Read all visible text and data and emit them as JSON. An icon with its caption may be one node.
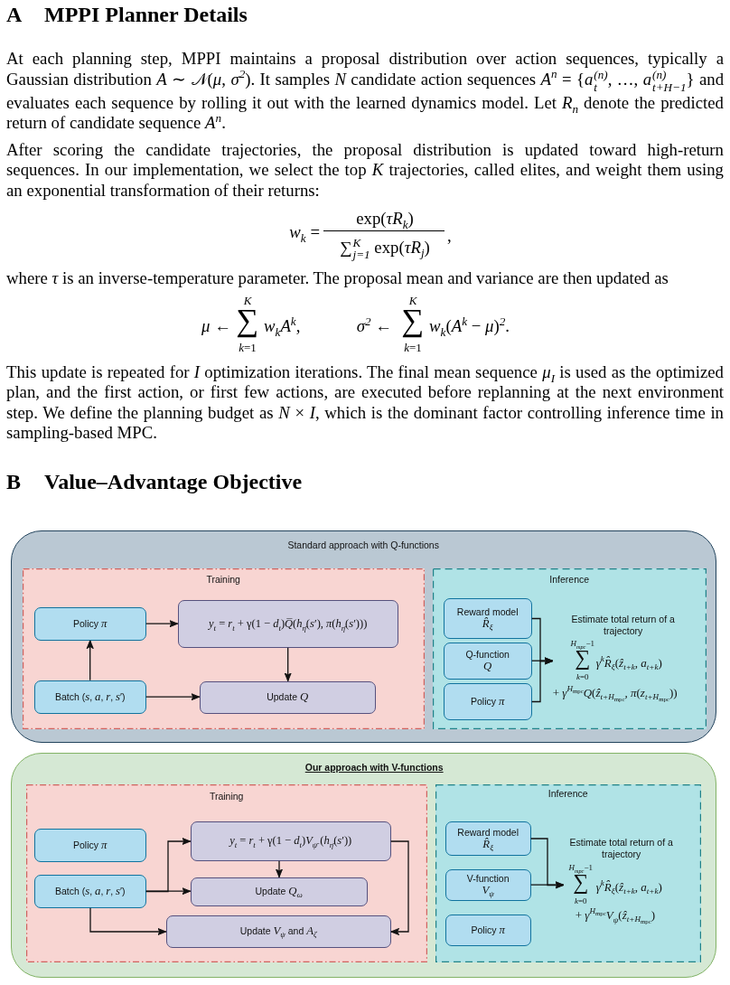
{
  "diagram": {
    "nodes": [
      {
        "text": [
          "Standard approach with Q-functions"
        ]
      },
      {
        "text": [
          "Training"
        ],
        "in": 0
      },
      {
        "text": [
          "Policy *π*"
        ],
        "in": 1
      },
      {
        "text": [
          "*y*$_{t}$ = *r*$_{t}$ + γ(1 − *d*$_{t}$)*Q̅*(*h*$_{η̄}$(*s*′), *π*(*h*$_{η̄}$(*s*′)))"
        ],
        "in": 1
      },
      {
        "text": [
          "Batch (*s*, *a*, *r*, *s*′)"
        ],
        "in": 1
      },
      {
        "text": [
          "Update *Q*"
        ],
        "in": 1
      },
      {
        "text": [
          "Inference"
        ],
        "in": 0
      },
      {
        "text": [
          "Reward model",
          "*R̂*$_{ξ}$"
        ],
        "in": 6
      },
      {
        "text": [
          "Q-function",
          "*Q*"
        ],
        "in": 6
      },
      {
        "text": [
          "Policy *π*"
        ],
        "in": 6
      },
      {
        "text": [
          "Estimate total return of a trajectory",
          "*H*$_{mpc}$−1",
          "∑",
          "*k*=0",
          "*γ*$^{k}$*R̂*$_{ξ}$(*ẑ*$_{t+k}$, *a*$_{t+k}$)",
          "+ *γ*$^{H}$$_{mpc}$*Q*(*ẑ*$_{t+H}$$_{mpc}$, *π*(*z*$_{t+H}$$_{mpc}$))"
        ],
        "in": 6
      },
      {
        "text": [
          "Our approach with V-functions"
        ]
      },
      {
        "text": [
          "Training"
        ],
        "in": 11
      },
      {
        "text": [
          "Policy *π*"
        ],
        "in": 12
      },
      {
        "text": [
          "*y*$_{t}$ = *r*$_{t}$ + γ(1 − *d*$_{t}$)*V*$_{ψ̄}$ (*h*$_{η̄}$(*s*′))"
        ],
        "in": 12
      },
      {
        "text": [
          "Batch (*s*, *a*, *r*, *s*′)"
        ],
        "in": 12
      },
      {
        "text": [
          "Update *Q*$_{ω}$"
        ],
        "in": 12
      },
      {
        "text": [
          "Update *V*$_{ψ}$ and *A*$_{ζ}$"
        ],
        "in": 12
      },
      {
        "text": [
          "Inference"
        ],
        "in": 11
      },
      {
        "text": [
          "Reward model",
          "*R̂*$_{ξ}$"
        ],
        "in": 18
      },
      {
        "text": [
          "V-function",
          "*V*$_{ψ}$"
        ],
        "in": 18
      },
      {
        "text": [
          "Policy *π*"
        ],
        "in": 18
      },
      {
        "text": [
          "Estimate total return of a trajectory",
          "*H*$_{mpc}$−1",
          "∑",
          "*k*=0",
          "*γ*$^{k}$*R̂*$_{ξ}$(*ẑ*$_{t+k}$, *a*$_{t+k}$)",
          "+ *γ*$^{H}$$_{mpc}$*V*$_{ψ}$(*ẑ*$_{t+H}$$_{mpc}$)"
        ],
        "in": 18
      }
    ],
    "edges": [
      {
        "from": 4,
        "to": 2,
        "arrow": "to"
      },
      {
        "from": 2,
        "to": 3,
        "arrow": "to"
      },
      {
        "from": 3,
        "to": 5,
        "arrow": "to"
      },
      {
        "from": 4,
        "to": 5,
        "arrow": "to"
      },
      {
        "from": 7,
        "to": 10,
        "arrow": "to"
      },
      {
        "from": 8,
        "to": 10,
        "arrow": "to"
      },
      {
        "from": 9,
        "to": 10,
        "arrow": "to"
      },
      {
        "from": 15,
        "to": 14,
        "arrow": "to"
      },
      {
        "from": 15,
        "to": 16,
        "arrow": "to"
      },
      {
        "from": 14,
        "to": 16,
        "arrow": "to"
      },
      {
        "from": 14,
        "to": 17,
        "arrow": "to"
      },
      {
        "from": 15,
        "to": 17,
        "arrow": "to"
      },
      {
        "from": 19,
        "to": 22,
        "arrow": "to"
      },
      {
        "from": 20,
        "to": 22,
        "arrow": "to"
      }
    ],
    "labels": [
      "A",
      "MPPI Planner Details",
      "At each planning step, MPPI maintains a proposal distribution over action sequences, typically a Gaussian distribution *A* ∼ 𝒩(*μ*, *σ*$^{2}$). It samples *N* candidate action sequences *A*$^{n}$ = {*a*$_{t}$$^{(n)}$, …, *a*$_{t+H−1}$$^{(n)}$} and evaluates each sequence by rolling it out with the learned dynamics model. Let *R*$_{n}$ denote the predicted return of candidate sequence *A*$^{n}$.",
      "After scoring the candidate trajectories, the proposal distribution is updated toward high-return sequences. In our implementation, we select the top *K* trajectories, called elites, and weight them using an exponential transformation of their returns:",
      "*w*$_{k}$ =",
      "exp(*τR*$_{k}$)",
      "∑$_{j=1}$$^{K}$ exp(*τR*$_{j}$)",
      ",",
      "where *τ* is an inverse-temperature parameter. The proposal mean and variance are then updated as",
      "*μ* ←",
      "*K*",
      "∑",
      "*k*=1",
      "*w*$_{k}$*A*$^{k}$,",
      "*σ*$^{2}$ ←",
      "*K*",
      "∑",
      "*k*=1",
      "*w*$_{k}$(*A*$^{k}$ − *μ*)$^{2}$.",
      "This update is repeated for *I* optimization iterations. The final mean sequence *μ*$_{I}$ is used as the optimized plan, and the first action, or first few actions, are executed before replanning at the next environment step. We define the planning budget as *N* × *I*, which is the dominant factor controlling inference time in sampling-based MPC.",
      "B",
      "Value–Advantage Objective"
    ]
  }
}
